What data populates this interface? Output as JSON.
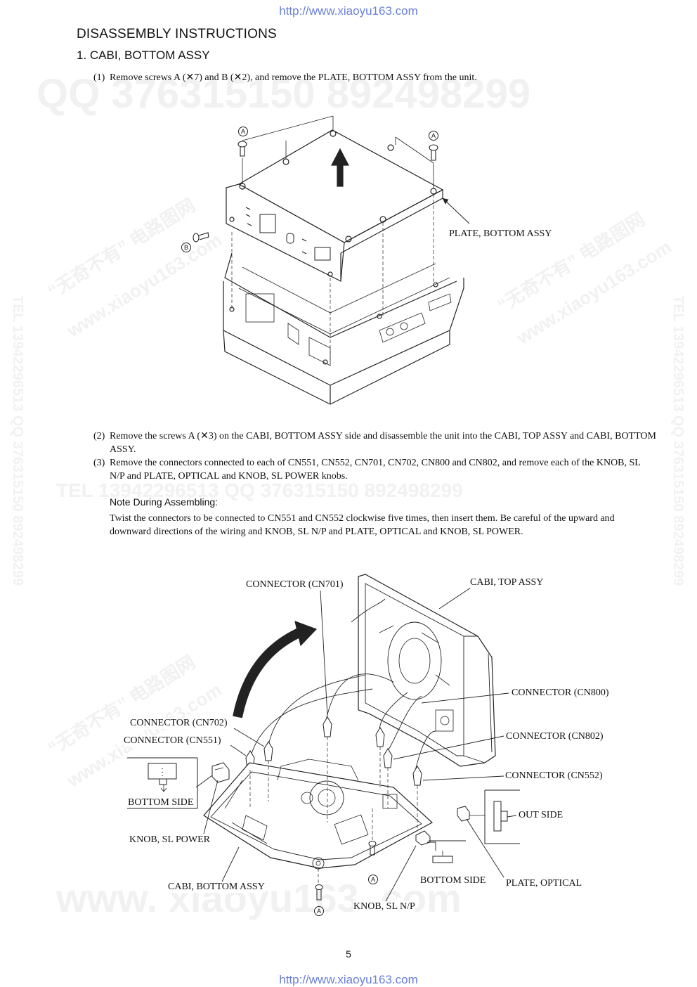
{
  "header": {
    "url_top": "http://www.xiaoyu163.com",
    "url_bottom": "http://www.xiaoyu163.com"
  },
  "watermarks": {
    "qq_line": "QQ 376315150   892498299",
    "tel_line": "TEL 13942296513   QQ 376315150   892498299",
    "site_cn": "“无奇不有” 电路图网",
    "site_en": "www.xiaoyu163.com",
    "site_big": "www. xiaoyu163. com"
  },
  "title": "DISASSEMBLY INSTRUCTIONS",
  "section": "1. CABI, BOTTOM ASSY",
  "steps": [
    {
      "num": "(1)",
      "text": "Remove screws A (✕7) and B (✕2), and remove the PLATE, BOTTOM ASSY from the unit."
    },
    {
      "num": "(2)",
      "text": "Remove the screws A (✕3) on the CABI, BOTTOM ASSY side and disassemble the unit into the CABI, TOP ASSY and CABI, BOTTOM ASSY."
    },
    {
      "num": "(3)",
      "text": "Remove the connectors connected to each of CN551, CN552, CN701, CN702, CN800 and CN802, and  remove each of the KNOB, SL N/P and PLATE, OPTICAL and KNOB, SL POWER knobs."
    }
  ],
  "note": {
    "heading": "Note During Assembling:",
    "lines": "Twist the connectors to be connected to CN551 and CN552 clockwise five times, then insert them. Be careful of the upward and downward directions of the wiring and KNOB, SL N/P and PLATE, OPTICAL and KNOB, SL POWER."
  },
  "figure1": {
    "screw_a": "A",
    "screw_b": "B",
    "plate_label": "PLATE, BOTTOM ASSY"
  },
  "figure2": {
    "labels": {
      "cn701": "CONNECTOR (CN701)",
      "cabi_top": "CABI, TOP ASSY",
      "cn800": "CONNECTOR (CN800)",
      "cn702": "CONNECTOR (CN702)",
      "cn551": "CONNECTOR (CN551)",
      "cn802": "CONNECTOR (CN802)",
      "cn552": "CONNECTOR (CN552)",
      "bottom_side_left": "BOTTOM SIDE",
      "out_side": "OUT SIDE",
      "knob_power": "KNOB, SL POWER",
      "cabi_bottom": "CABI, BOTTOM ASSY",
      "bottom_side_right": "BOTTOM SIDE",
      "plate_optical": "PLATE, OPTICAL",
      "knob_np": "KNOB, SL N/P"
    },
    "screw_a": "A"
  },
  "page_number": "5"
}
